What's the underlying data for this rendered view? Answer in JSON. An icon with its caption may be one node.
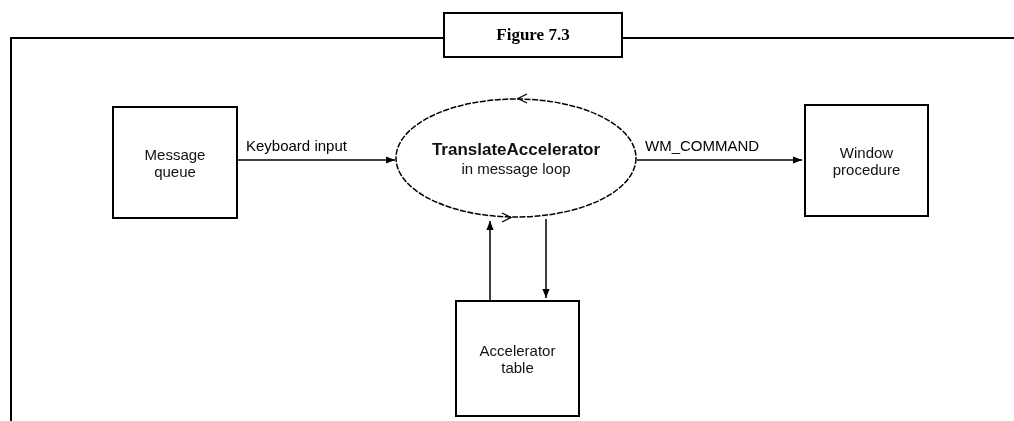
{
  "diagram": {
    "title": "Figure 7.3",
    "nodes": [
      {
        "text": [
          "Message queue"
        ]
      },
      {
        "text": [
          "TranslateAccelerator",
          "in message loop"
        ]
      },
      {
        "text": [
          "Window procedure"
        ]
      },
      {
        "text": [
          "Accelerator table"
        ]
      }
    ],
    "edges": [
      {
        "from": 0,
        "to": 1,
        "arrow": "to",
        "label": "Keyboard input"
      },
      {
        "from": 1,
        "to": 2,
        "arrow": "to",
        "label": "WM_COMMAND"
      },
      {
        "from": 3,
        "to": 1,
        "arrow": "to"
      },
      {
        "from": 1,
        "to": 3,
        "arrow": "to"
      }
    ]
  }
}
